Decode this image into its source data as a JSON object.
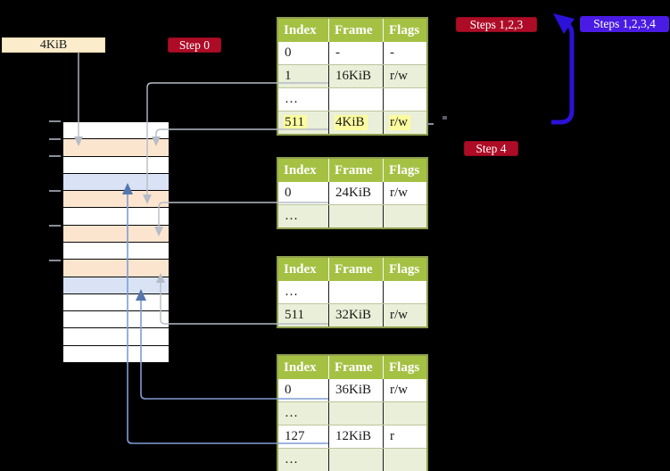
{
  "page_size_label": "4KiB",
  "badges": {
    "step0": "Step 0",
    "steps123": "Steps 1,2,3",
    "steps1234": "Steps 1,2,3,4",
    "step4": "Step 4"
  },
  "tables": [
    {
      "name": "page-table-top",
      "headers": {
        "index": "Index",
        "frame": "Frame",
        "flags": "Flags"
      },
      "rows": [
        {
          "index": "0",
          "frame": "-",
          "flags": "-",
          "highlight": false
        },
        {
          "index": "1",
          "frame": "16KiB",
          "flags": "r/w",
          "highlight": false
        },
        {
          "index": "…",
          "frame": "",
          "flags": "",
          "highlight": false
        },
        {
          "index": "511",
          "frame": "4KiB",
          "flags": "r/w",
          "highlight": true
        }
      ]
    },
    {
      "name": "page-table-second",
      "headers": {
        "index": "Index",
        "frame": "Frame",
        "flags": "Flags"
      },
      "rows": [
        {
          "index": "0",
          "frame": "24KiB",
          "flags": "r/w",
          "highlight": false
        },
        {
          "index": "…",
          "frame": "",
          "flags": "",
          "highlight": false
        }
      ]
    },
    {
      "name": "page-table-third",
      "headers": {
        "index": "Index",
        "frame": "Frame",
        "flags": "Flags"
      },
      "rows": [
        {
          "index": "…",
          "frame": "",
          "flags": "",
          "highlight": false
        },
        {
          "index": "511",
          "frame": "32KiB",
          "flags": "r/w",
          "highlight": false
        }
      ]
    },
    {
      "name": "page-table-bottom",
      "headers": {
        "index": "Index",
        "frame": "Frame",
        "flags": "Flags"
      },
      "rows": [
        {
          "index": "0",
          "frame": "36KiB",
          "flags": "r/w",
          "highlight": false
        },
        {
          "index": "…",
          "frame": "",
          "flags": "",
          "highlight": false
        },
        {
          "index": "127",
          "frame": "12KiB",
          "flags": "r",
          "highlight": false
        },
        {
          "index": "…",
          "frame": "",
          "flags": "",
          "highlight": false
        }
      ]
    }
  ],
  "memory_strip": {
    "rows": [
      {
        "kind": "free"
      },
      {
        "kind": "pagetable"
      },
      {
        "kind": "free"
      },
      {
        "kind": "mapped"
      },
      {
        "kind": "pagetable"
      },
      {
        "kind": "free"
      },
      {
        "kind": "pagetable"
      },
      {
        "kind": "free"
      },
      {
        "kind": "pagetable"
      },
      {
        "kind": "mapped"
      },
      {
        "kind": "free"
      },
      {
        "kind": "free"
      },
      {
        "kind": "free"
      },
      {
        "kind": "free"
      }
    ]
  },
  "colors": {
    "table_header": "#a5c144",
    "table_row_alt": "#e9efd8",
    "table_border": "#8f9e4e",
    "highlight": "#fcfc9e",
    "mem_free": "#ffffff",
    "mem_pagetable": "#fce5cf",
    "mem_mapped": "#d9e3f5",
    "label_wheat": "#fbeccb",
    "badge_red": "#ae0c26",
    "badge_blue": "#4a1be4",
    "big_arrow": "#2c11d8",
    "line_gray": "#b6bcc6",
    "line_blue": "#7f9cd4",
    "arrowhead_blue": "#5676ae"
  }
}
